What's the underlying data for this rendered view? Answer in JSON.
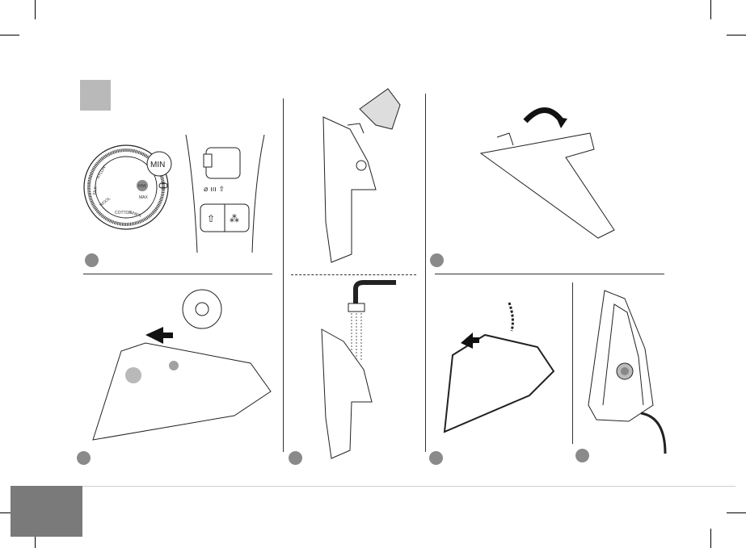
{
  "dial": {
    "min_label": "MIN",
    "max_label": "MAX",
    "nylon_label": "NYLON",
    "silk_label": "SILK",
    "wool_label": "WOOL",
    "cotton_label": "COTTON",
    "linen_label": "LINEN",
    "selected_badge": "H/W"
  },
  "colors": {
    "tab_gray": "#b9b9b9",
    "page_tab": "#7a7a7a",
    "bullet": "#8a8a8a",
    "line": "#333333"
  },
  "icons": [
    "temperature-dial",
    "steam-control-panel",
    "water-jug-icon",
    "rotate-arrow-icon",
    "push-arrow-icon",
    "water-tap-icon",
    "steam-iron-icon"
  ]
}
